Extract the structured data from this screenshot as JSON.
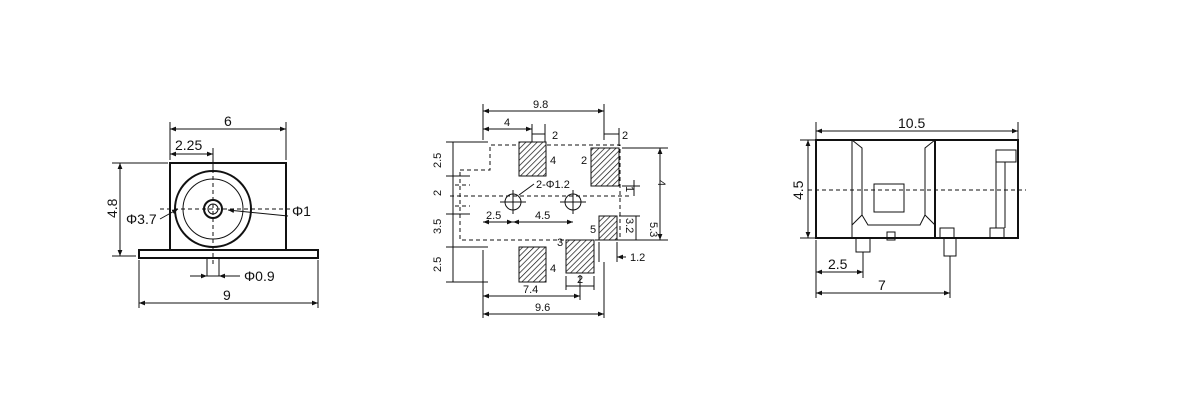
{
  "front_view": {
    "dim_width": "6",
    "dim_offset": "2.25",
    "dim_height": "4.8",
    "dim_outer_dia": "Φ3.7",
    "dim_pin_dia": "Φ1",
    "dim_post_dia": "Φ0.9",
    "dim_base": "9"
  },
  "footprint_view": {
    "dim_top": "9.8",
    "dim_4": "4",
    "dim_2a": "2",
    "dim_2b": "2",
    "dim_left_25a": "2.5",
    "dim_left_2": "2",
    "dim_left_35": "3.5",
    "dim_left_25b": "2.5",
    "hole_label": "2-Φ1.2",
    "dim_25": "2.5",
    "dim_45": "4.5",
    "dim_right_4": "4",
    "dim_right_1": "1",
    "dim_right_32": "3.2",
    "dim_right_53": "5.3",
    "dim_12": "1.2",
    "dim_74": "7.4",
    "dim_2c": "2",
    "dim_96": "9.6",
    "pad_2": "2",
    "pad_3": "3",
    "pad_4a": "4",
    "pad_4b": "4",
    "pad_5": "5"
  },
  "side_view": {
    "dim_length": "10.5",
    "dim_height": "4.5",
    "dim_25": "2.5",
    "dim_7": "7"
  }
}
